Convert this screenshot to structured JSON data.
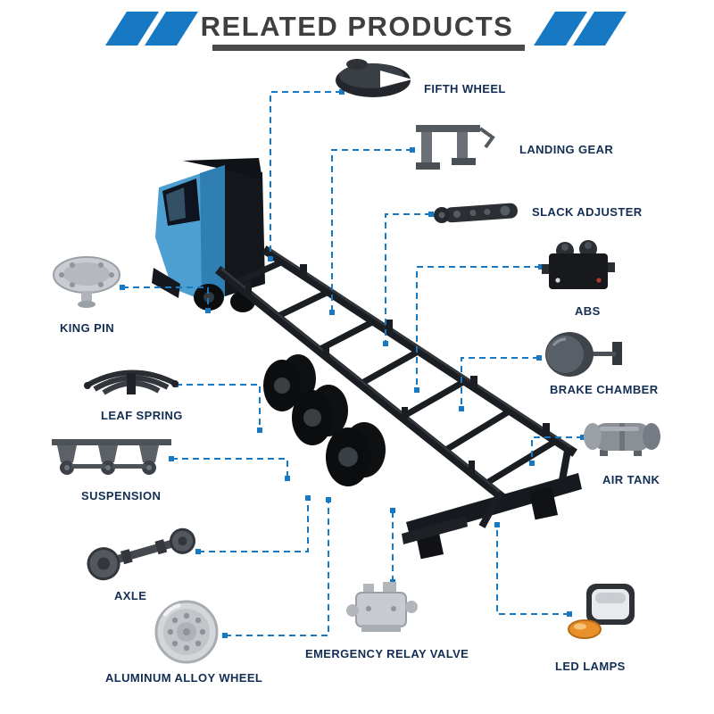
{
  "header": {
    "title": "RELATED PRODUCTS"
  },
  "colors": {
    "accent": "#1779c4",
    "title": "#3f3f3f",
    "underline_bar": "#4a4a4a",
    "label_text": "#132e53",
    "cab_blue": "#4d9fd2",
    "chassis_dark": "#1a1d21",
    "led_amber": "#e8912a"
  },
  "illustration": {
    "subject": "container semi-trailer chassis with truck cab"
  },
  "parts": [
    {
      "id": "fifth-wheel",
      "label": "FIFTH WHEEL",
      "icon": "fifth-wheel-image"
    },
    {
      "id": "landing-gear",
      "label": "LANDING GEAR",
      "icon": "landing-gear-image"
    },
    {
      "id": "slack-adjuster",
      "label": "SLACK ADJUSTER",
      "icon": "slack-adjuster-image"
    },
    {
      "id": "abs",
      "label": "ABS",
      "icon": "abs-image"
    },
    {
      "id": "brake-chamber",
      "label": "BRAKE CHAMBER",
      "icon": "brake-chamber-image"
    },
    {
      "id": "air-tank",
      "label": "AIR TANK",
      "icon": "air-tank-image"
    },
    {
      "id": "king-pin",
      "label": "KING PIN",
      "icon": "king-pin-image"
    },
    {
      "id": "leaf-spring",
      "label": "LEAF SPRING",
      "icon": "leaf-spring-image"
    },
    {
      "id": "suspension",
      "label": "SUSPENSION",
      "icon": "suspension-image"
    },
    {
      "id": "axle",
      "label": "AXLE",
      "icon": "axle-image"
    },
    {
      "id": "aluminum-alloy-wheel",
      "label": "ALUMINUM ALLOY WHEEL",
      "icon": "aluminum-alloy-wheel-image"
    },
    {
      "id": "emergency-relay-valve",
      "label": "EMERGENCY RELAY VALVE",
      "icon": "emergency-relay-valve-image"
    },
    {
      "id": "led-lamps",
      "label": "LED LAMPS",
      "icon": "led-lamps-image"
    }
  ]
}
